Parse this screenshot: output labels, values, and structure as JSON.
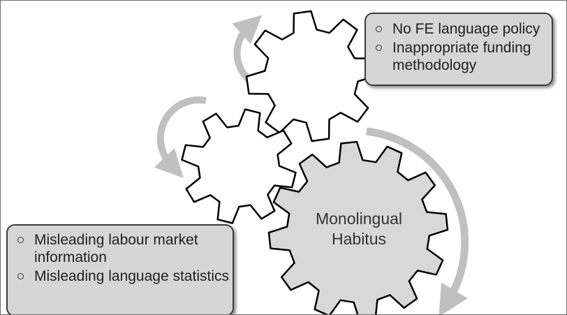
{
  "diagram": {
    "center_gear_label_line1": "Monolingual",
    "center_gear_label_line2": "Habitus"
  },
  "top_box": {
    "items": [
      "No FE language policy",
      "Inappropriate funding methodology"
    ]
  },
  "bottom_box": {
    "items": [
      "Misleading  labour market information",
      "Misleading language statistics"
    ]
  },
  "colors": {
    "gear_fill_small": "#ffffff",
    "gear_fill_large": "#d8d8d8",
    "gear_stroke": "#000000",
    "arrow": "#c0c0c0",
    "box_fill": "#d6d6d6"
  }
}
